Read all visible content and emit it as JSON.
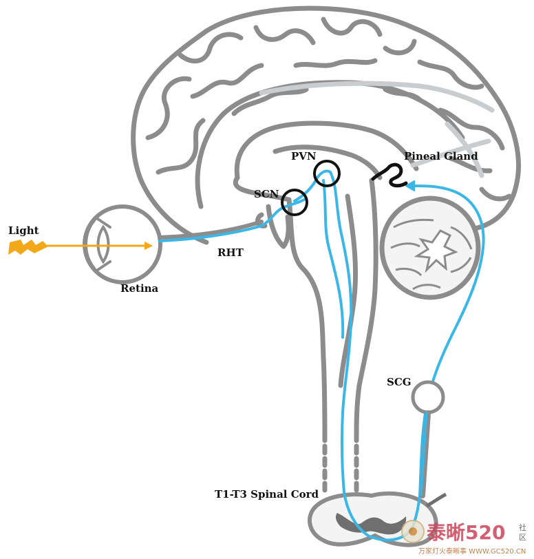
{
  "labels": {
    "light": "Light",
    "retina": "Retina",
    "rht": "RHT",
    "scn": "SCN",
    "pvn": "PVN",
    "pineal": "Pineal Gland",
    "scg": "SCG",
    "spinal": "T1-T3 Spinal Cord"
  },
  "watermark": {
    "main": "泰晰520",
    "side1": "社",
    "side2": "区",
    "sub": "万家灯火泰晰事 WWW.GC520.CN"
  },
  "colors": {
    "brain_outline": "#8c8c8c",
    "corpus_callosum_light": "#c9cdd0",
    "pathway": "#3ab7e6",
    "light_arrow": "#f2a818",
    "nucleus": "#111111"
  }
}
